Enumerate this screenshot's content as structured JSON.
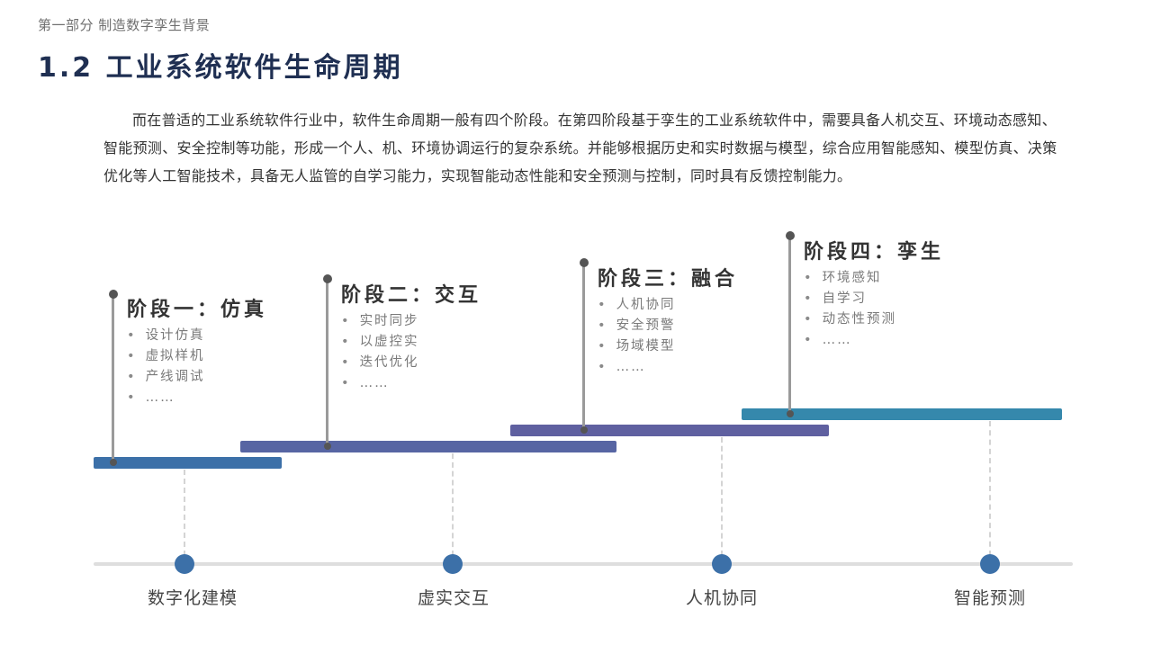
{
  "header": {
    "section": "第一部分 制造数字孪生背景",
    "title": "1.2 工业系统软件生命周期"
  },
  "intro": "而在普适的工业系统软件行业中，软件生命周期一般有四个阶段。在第四阶段基于孪生的工业系统软件中，需要具备人机交互、环境动态感知、智能预测、安全控制等功能，形成一个人、机、环境协调运行的复杂系统。并能够根据历史和实时数据与模型，综合应用智能感知、模型仿真、决策优化等人工智能技术，具备无人监管的自学习能力，实现智能动态性能和安全预测与控制，同时具有反馈控制能力。",
  "colors": {
    "stage1": "#3c70a8",
    "stage2": "#5765a3",
    "stage3": "#5f60a0",
    "stage4": "#3588ac",
    "node": "#3c70a8"
  },
  "stages": [
    {
      "title": "阶段一：仿真",
      "items": [
        "设计仿真",
        "虚拟样机",
        "产线调试",
        "……"
      ]
    },
    {
      "title": "阶段二：交互",
      "items": [
        "实时同步",
        "以虚控实",
        "迭代优化",
        "……"
      ]
    },
    {
      "title": "阶段三：融合",
      "items": [
        "人机协同",
        "安全预警",
        "场域模型",
        "……"
      ]
    },
    {
      "title": "阶段四：孪生",
      "items": [
        "环境感知",
        "自学习",
        "动态性预测",
        "……"
      ]
    }
  ],
  "timeline": {
    "nodes": [
      "数字化建模",
      "虚实交互",
      "人机协同",
      "智能预测"
    ]
  }
}
